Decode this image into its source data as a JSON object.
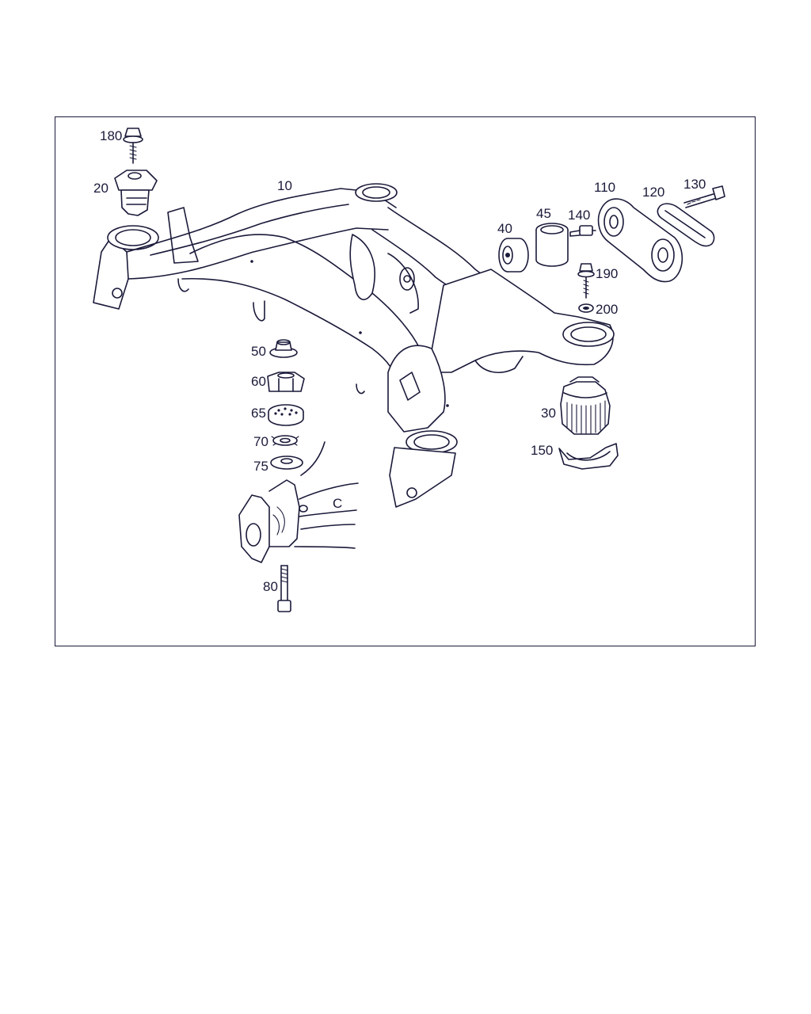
{
  "diagram": {
    "callouts": [
      {
        "id": "c180",
        "label": "180"
      },
      {
        "id": "c20",
        "label": "20"
      },
      {
        "id": "c10",
        "label": "10"
      },
      {
        "id": "c40",
        "label": "40"
      },
      {
        "id": "c45",
        "label": "45"
      },
      {
        "id": "c140",
        "label": "140"
      },
      {
        "id": "c110",
        "label": "110"
      },
      {
        "id": "c120",
        "label": "120"
      },
      {
        "id": "c130",
        "label": "130"
      },
      {
        "id": "c190",
        "label": "190"
      },
      {
        "id": "c200",
        "label": "200"
      },
      {
        "id": "c50",
        "label": "50"
      },
      {
        "id": "c60",
        "label": "60"
      },
      {
        "id": "c65",
        "label": "65"
      },
      {
        "id": "c70",
        "label": "70"
      },
      {
        "id": "c75",
        "label": "75"
      },
      {
        "id": "c30",
        "label": "30"
      },
      {
        "id": "c150",
        "label": "150"
      },
      {
        "id": "c80",
        "label": "80"
      }
    ],
    "axle_marker": "C"
  },
  "colors": {
    "line": "#1a1a3a",
    "background": "#ffffff"
  }
}
